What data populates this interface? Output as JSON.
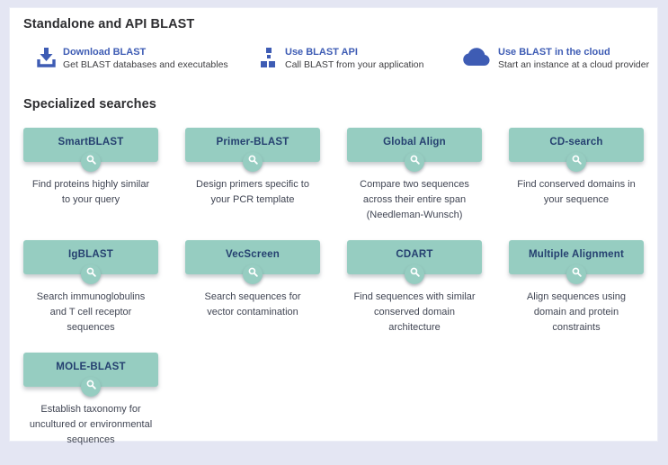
{
  "colors": {
    "page_background": "#e4e6f3",
    "panel_background": "#ffffff",
    "accent_teal": "#96cdc1",
    "link_blue": "#3e5cb4",
    "card_title_navy": "#254070",
    "body_text": "#404553"
  },
  "standalone": {
    "title": "Standalone and API BLAST",
    "links": [
      {
        "icon": "download-icon",
        "label": "Download BLAST",
        "description": "Get BLAST databases and executables"
      },
      {
        "icon": "api-blocks-icon",
        "label": "Use BLAST API",
        "description": "Call BLAST from your application"
      },
      {
        "icon": "cloud-icon",
        "label": "Use BLAST in the cloud",
        "description": "Start an instance at a cloud provider"
      }
    ]
  },
  "specialized": {
    "title": "Specialized searches",
    "cards": [
      {
        "label": "SmartBLAST",
        "icon": "magnifier-icon",
        "description": "Find proteins highly similar to your query"
      },
      {
        "label": "Primer-BLAST",
        "icon": "magnifier-icon",
        "description": "Design primers specific to your PCR template"
      },
      {
        "label": "Global Align",
        "icon": "magnifier-icon",
        "description": "Compare two sequences across their entire span (Needleman-Wunsch)"
      },
      {
        "label": "CD-search",
        "icon": "magnifier-icon",
        "description": "Find conserved domains in your sequence"
      },
      {
        "label": "IgBLAST",
        "icon": "magnifier-icon",
        "description": "Search immunoglobulins and T cell receptor sequences"
      },
      {
        "label": "VecScreen",
        "icon": "magnifier-icon",
        "description": "Search sequences for vector contamination"
      },
      {
        "label": "CDART",
        "icon": "magnifier-icon",
        "description": "Find sequences with similar conserved domain architecture"
      },
      {
        "label": "Multiple Alignment",
        "icon": "magnifier-icon",
        "description": "Align sequences using domain and protein constraints"
      },
      {
        "label": "MOLE-BLAST",
        "icon": "magnifier-icon",
        "description": "Establish taxonomy for uncultured or environmental sequences"
      }
    ]
  }
}
